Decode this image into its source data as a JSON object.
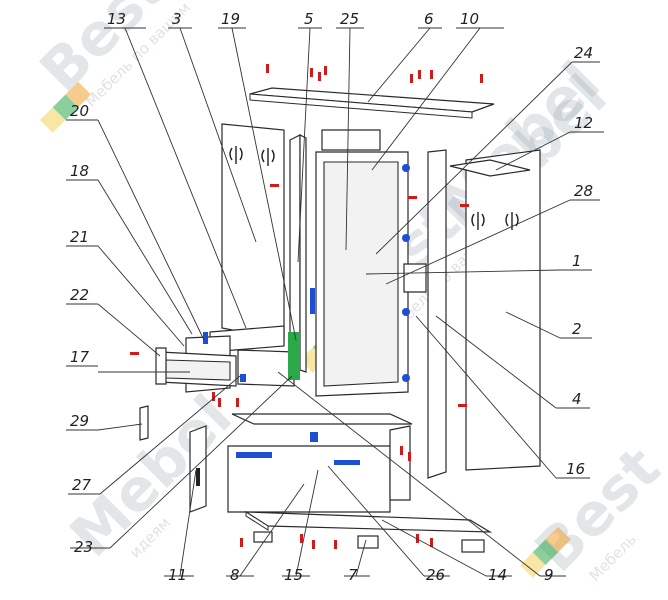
{
  "diagram": {
    "part_labels": [
      "13",
      "3",
      "19",
      "5",
      "25",
      "6",
      "10",
      "24",
      "12",
      "28",
      "1",
      "2",
      "4",
      "16",
      "20",
      "18",
      "21",
      "22",
      "17",
      "29",
      "27",
      "23",
      "11",
      "8",
      "15",
      "7",
      "26",
      "14",
      "9"
    ],
    "watermark": {
      "brand": "BestMebel",
      "slogan": "Мебель по вашим идеям",
      "colors": [
        "#f3d35a",
        "#2aa84a",
        "#f0a030"
      ]
    },
    "accent_colors": {
      "fasteners_red": "#d11a1a",
      "hardware_blue": "#1f4fd1",
      "hardware_green": "#2aa84a"
    }
  }
}
